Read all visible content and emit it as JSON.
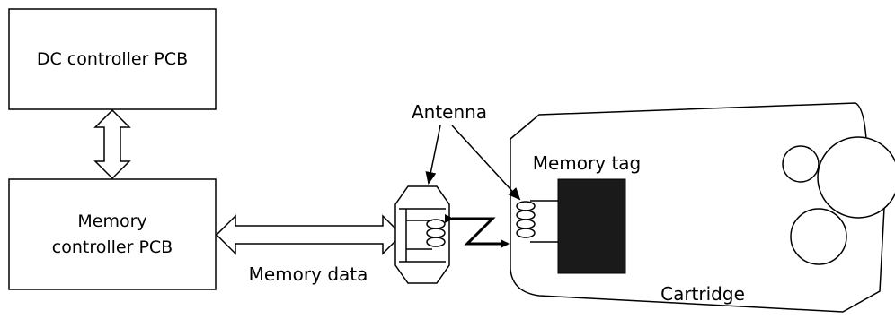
{
  "labels": {
    "dc_controller": "DC controller PCB",
    "memory_controller_line1": "Memory",
    "memory_controller_line2": "controller PCB",
    "memory_data": "Memory data",
    "antenna": "Antenna",
    "memory_tag": "Memory tag",
    "cartridge": "Cartridge"
  },
  "colors": {
    "stroke": "#000000",
    "background": "#ffffff",
    "memory_tag_fill": "#1a1a1a"
  }
}
